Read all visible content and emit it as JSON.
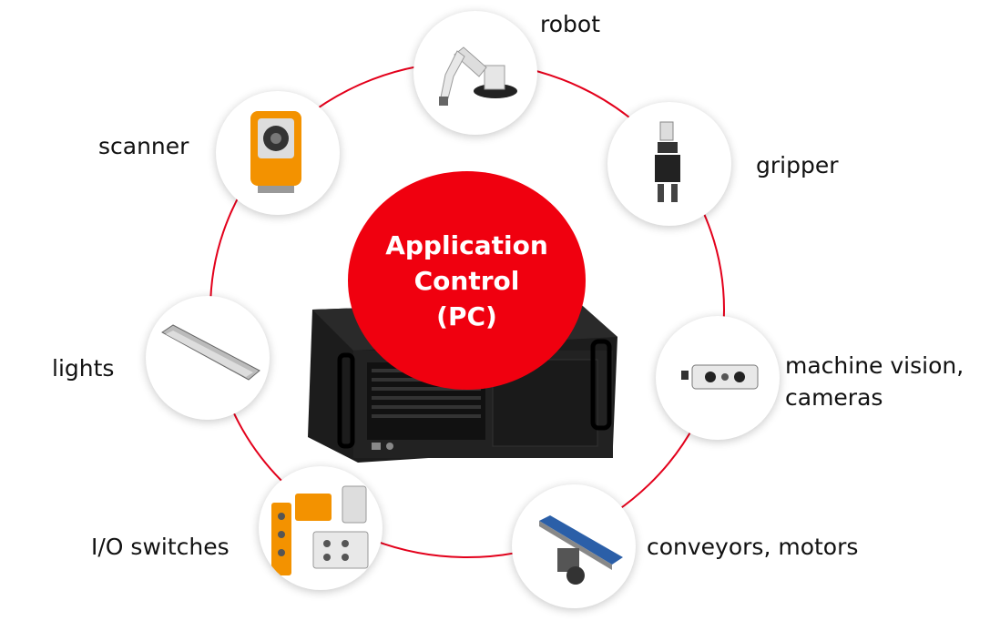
{
  "hub": {
    "line1": "Application",
    "line2": "Control",
    "line3": "(PC)"
  },
  "colors": {
    "accent": "#f0000f",
    "ring": "#e3001b"
  },
  "nodes": [
    {
      "id": "robot",
      "label": "robot",
      "icon": "robot-arm-icon"
    },
    {
      "id": "gripper",
      "label": "gripper",
      "icon": "gripper-icon"
    },
    {
      "id": "scanner",
      "label": "scanner",
      "icon": "scanner-icon"
    },
    {
      "id": "lights",
      "label": "lights",
      "icon": "light-bar-icon"
    },
    {
      "id": "vision",
      "label_line1": "machine vision,",
      "label_line2": "cameras",
      "icon": "camera-icon"
    },
    {
      "id": "io",
      "label": "I/O switches",
      "icon": "io-module-icon"
    },
    {
      "id": "conveyors",
      "label": "conveyors, motors",
      "icon": "conveyor-icon"
    }
  ]
}
